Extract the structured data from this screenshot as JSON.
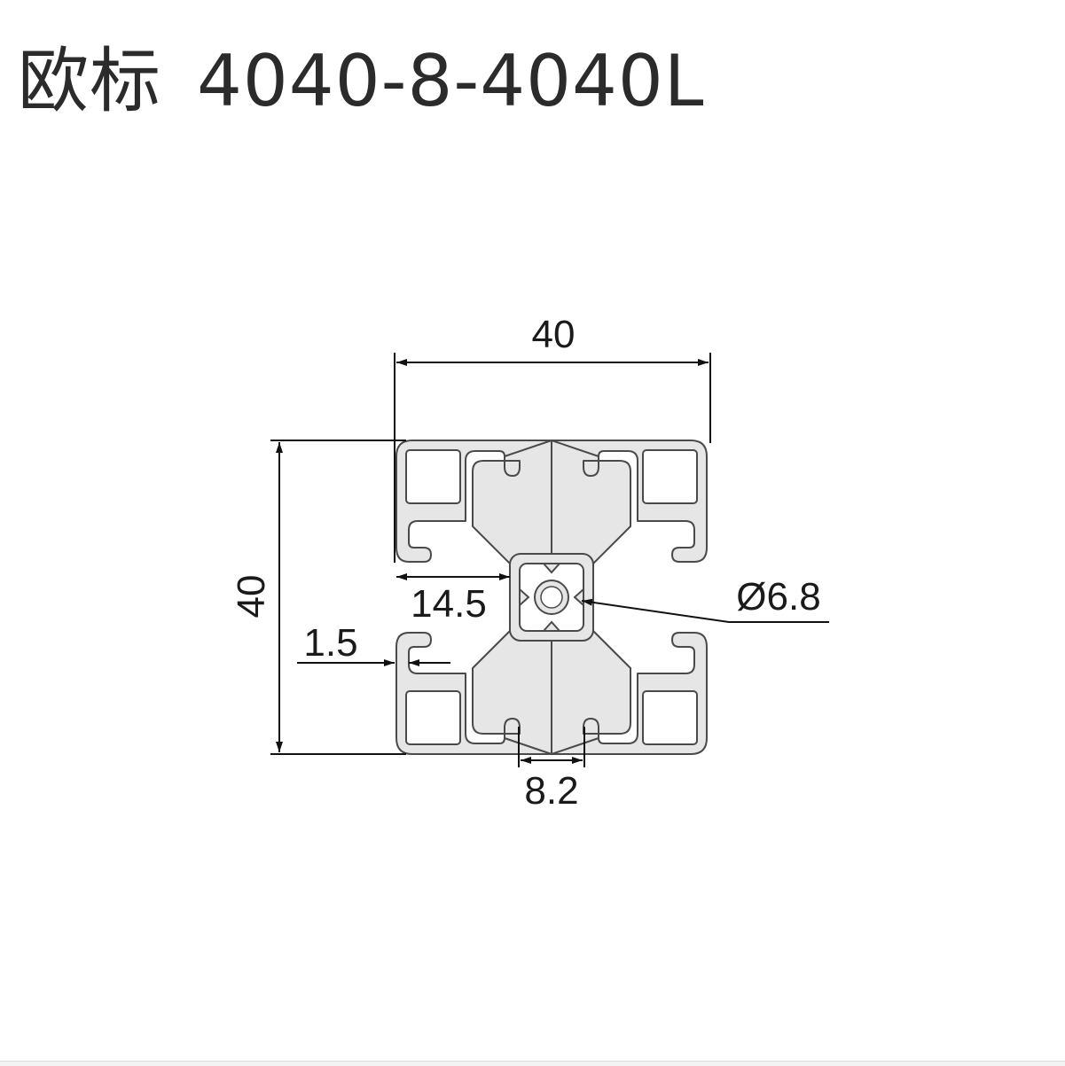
{
  "title": {
    "standard": "欧标",
    "model": "4040-8-4040L"
  },
  "dimensions": {
    "width": "40",
    "height": "40",
    "slot_depth": "14.5",
    "wall": "1.5",
    "slot_opening": "8.2",
    "center_hole": "Ø6.8"
  },
  "colors": {
    "profile_fill": "#e6e6e6",
    "profile_stroke": "#4a4a4a",
    "dimension_line": "#111111"
  }
}
